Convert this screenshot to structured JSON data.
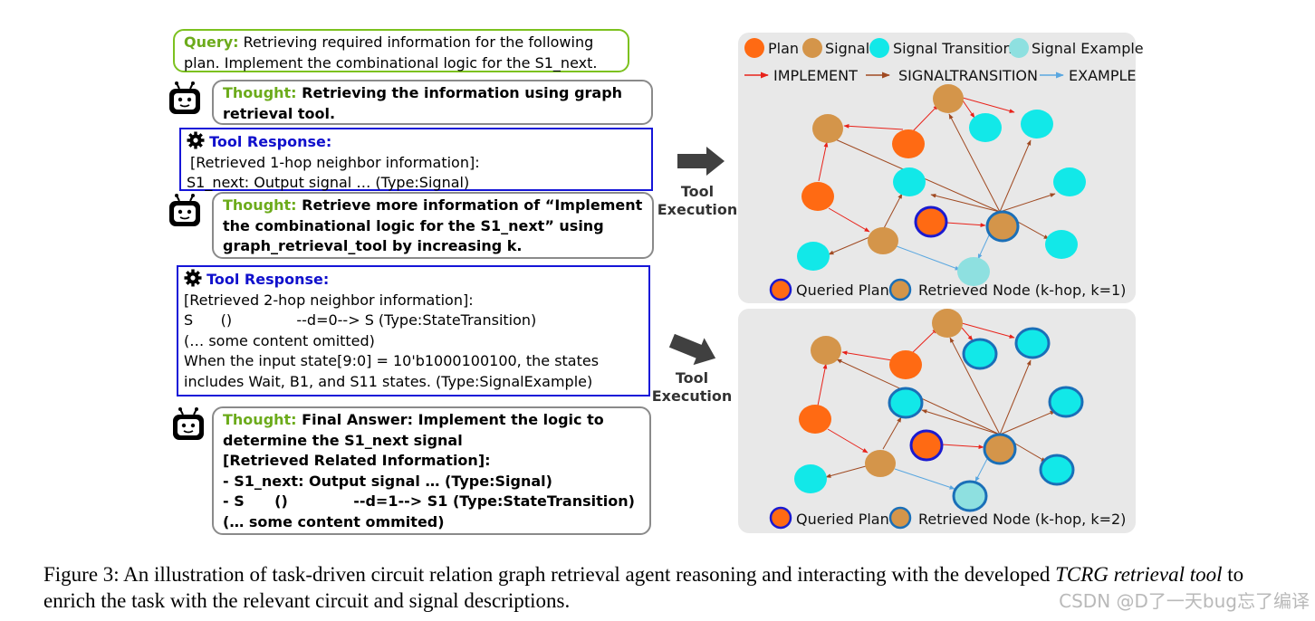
{
  "query": {
    "label": "Query:",
    "text": "Retrieving required information for the following plan. Implement the combinational logic for the S1_next."
  },
  "thought1": {
    "label": "Thought:",
    "text": "Retrieving the information using graph retrieval tool."
  },
  "tool1": {
    "label": "Tool Response:",
    "line1": "[Retrieved 1-hop neighbor information]:",
    "line2": "S1_next: Output signal … (Type:Signal)"
  },
  "thought2": {
    "label": "Thought:",
    "text": "Retrieve more information of “Implement the combinational logic for the S1_next” using graph_retrieval_tool by increasing k."
  },
  "tool2": {
    "label": "Tool Response:",
    "line1": "[Retrieved 2-hop neighbor information]:",
    "line2": "S      ()              --d=0--> S (Type:StateTransition)",
    "line3": "(… some content omitted)",
    "line4": "When the input state[9:0] = 10'b1000100100, the states includes Wait, B1, and S11 states. (Type:SignalExample)"
  },
  "thought3": {
    "label": "Thought:",
    "line1": "Final Answer: Implement the logic to determine the S1_next signal",
    "line2": "[Retrieved Related Information]:",
    "line3": "- S1_next: Output signal … (Type:Signal)",
    "line4": "- S      ()             --d=1--> S1 (Type:StateTransition)",
    "line5": "(… some content ommited)"
  },
  "exec1": {
    "line1": "Tool",
    "line2": "Execution"
  },
  "exec2": {
    "line1": "Tool",
    "line2": "Execution"
  },
  "legend": {
    "plan": "Plan",
    "signal": "Signal",
    "signal_transition": "Signal Transition",
    "signal_example": "Signal Example",
    "implement": "IMPLEMENT",
    "signaltransition": "SIGNALTRANSITION",
    "example": "EXAMPLE"
  },
  "panel1": {
    "queried": "Queried Plan",
    "retrieved": "Retrieved Node (k-hop, k=1)"
  },
  "panel2": {
    "queried": "Queried Plan",
    "retrieved": "Retrieved Node (k-hop, k=2)"
  },
  "colors": {
    "plan": "#ff6a13",
    "signal": "#d4954a",
    "transition": "#12e8e8",
    "example": "#8ee0e0",
    "implement_edge": "#e8221a",
    "transition_edge": "#a04a22",
    "example_edge": "#5aa7e0",
    "queried_border": "#1a1ad0",
    "retrieved_border": "#1a6fb8"
  },
  "caption": {
    "prefix": "Figure 3: An illustration of task-driven circuit relation graph retrieval agent reasoning and interacting with the developed ",
    "em1": "TCRG",
    "em2": "retrieval tool",
    "suffix": " to enrich the task with the relevant circuit and signal descriptions."
  },
  "watermark": "CSDN @D了一天bug忘了编译"
}
